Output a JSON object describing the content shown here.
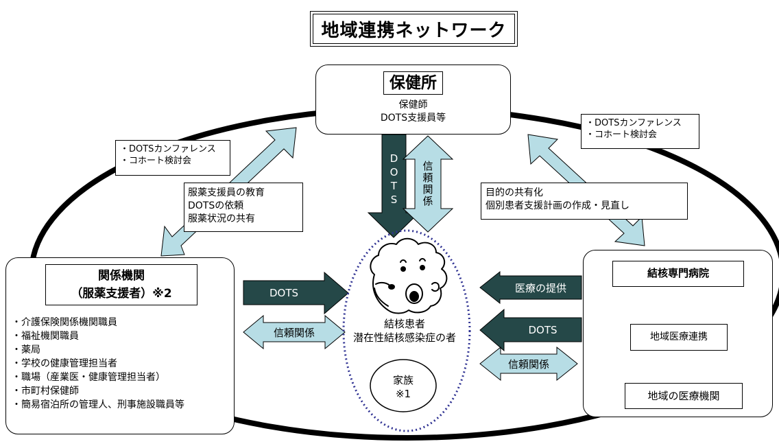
{
  "title": "地域連携ネットワーク",
  "hokensho": {
    "title": "保健所",
    "lines": [
      "保健師",
      "DOTS支援員等"
    ]
  },
  "kankei_kikan": {
    "title_line1": "関係機関",
    "title_line2": "（服薬支援者）※2",
    "items": [
      "・介護保険関係機関職員",
      "・福祉機関職員",
      "・薬局",
      "・学校の健康管理担当者",
      "・職場（産業医・健康管理担当者）",
      "・市町村保健師",
      "・簡易宿泊所の管理人、刑事施設職員等"
    ]
  },
  "kekkaku_byoin": {
    "title": "結核専門病院",
    "renkei": "地域医療連携",
    "iryo_kikan": "地域の医療機関"
  },
  "notes": {
    "left_top": [
      "・DOTSカンファレンス",
      "・コホート検討会"
    ],
    "right_top": [
      "・DOTSカンファレンス",
      "・コホート検討会"
    ],
    "center_left": [
      "服薬支援員の教育",
      "DOTSの依頼",
      "服薬状況の共有"
    ],
    "center_right": [
      "目的の共有化",
      "個別患者支援計画の作成・見直し"
    ]
  },
  "arrows": {
    "dots_down": "DOTS",
    "shinrai_vertical": "信頼関係",
    "dots_left": "DOTS",
    "shinrai_left": "信頼関係",
    "iryo_teikyo": "医療の提供",
    "dots_right": "DOTS",
    "shinrai_right": "信頼関係"
  },
  "patient": {
    "line1": "結核患者",
    "line2": "潜在性結核感染症の者",
    "family_line1": "家族",
    "family_line2": "※1"
  },
  "colors": {
    "dark_arrow": "#254848",
    "light_arrow": "#b7dde5",
    "dotted_oval": "#2e3192"
  }
}
